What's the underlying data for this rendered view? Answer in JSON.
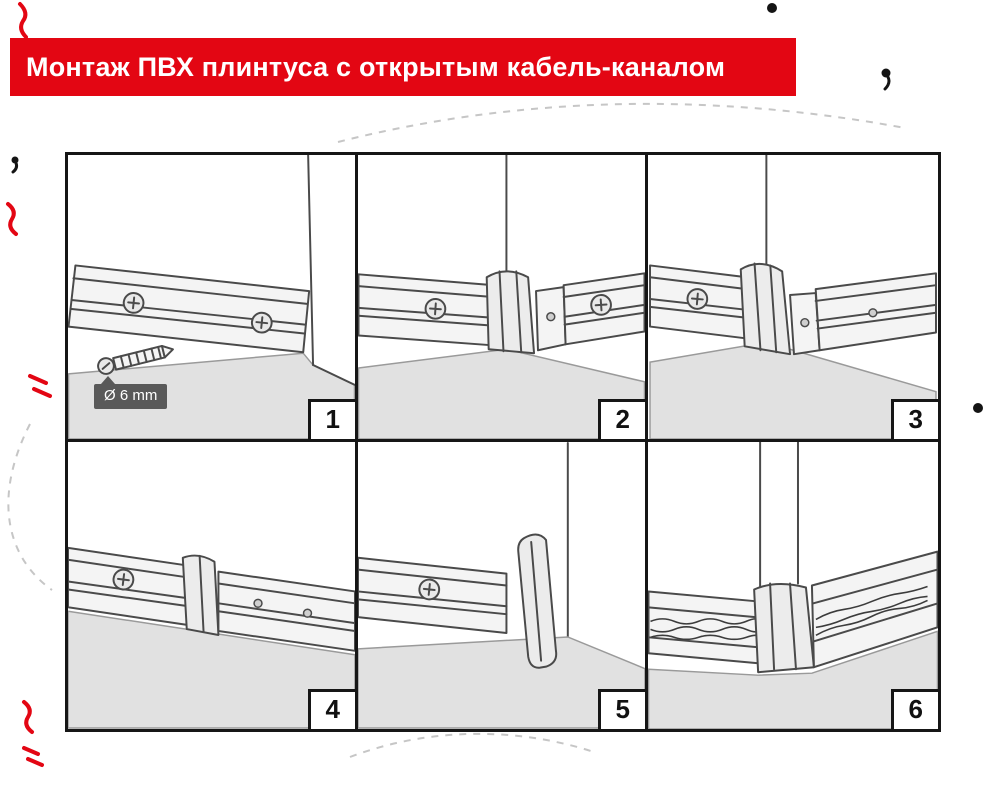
{
  "title": "Монтаж ПВХ плинтуса с открытым кабель-каналом",
  "badge": {
    "label": "Ø 6 mm"
  },
  "panels": [
    {
      "number": "1"
    },
    {
      "number": "2"
    },
    {
      "number": "3"
    },
    {
      "number": "4"
    },
    {
      "number": "5"
    },
    {
      "number": "6"
    }
  ],
  "colors": {
    "accent_red": "#e30613",
    "grid_border": "#161616",
    "floor_gray": "#e1e1e1",
    "line_gray": "#4a4a4a",
    "badge_bg": "#595959"
  },
  "icons": {
    "screw": "crossed-circle-screw-head",
    "dowel": "ridged-wall-plug",
    "squiggle": "red-hand-drawn-accent",
    "dot": "black-round-accent"
  }
}
